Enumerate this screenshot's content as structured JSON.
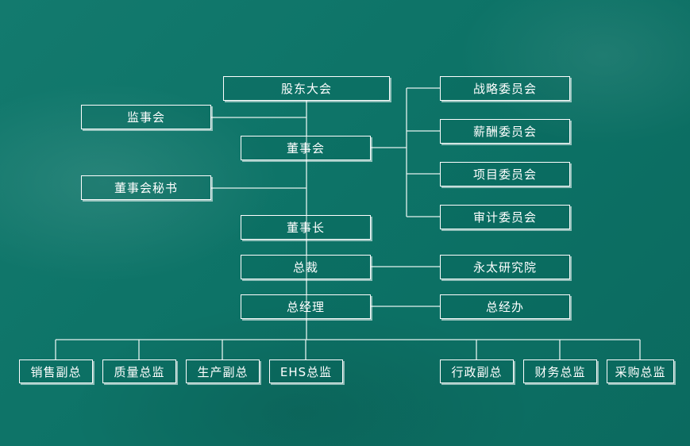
{
  "org_chart": {
    "top": {
      "shareholders": "股东大会",
      "supervisory_board": "监事会",
      "board_of_directors": "董事会",
      "board_secretary": "董事会秘书",
      "chairman": "董事长",
      "president": "总裁",
      "general_manager": "总经理"
    },
    "committees": [
      "战略委员会",
      "薪酬委员会",
      "项目委员会",
      "审计委员会"
    ],
    "side": {
      "research_institute": "永太研究院",
      "gm_office": "总经办"
    },
    "departments": [
      "销售副总",
      "质量总监",
      "生产副总",
      "EHS总监",
      "行政副总",
      "财务总监",
      "采购总监"
    ]
  }
}
